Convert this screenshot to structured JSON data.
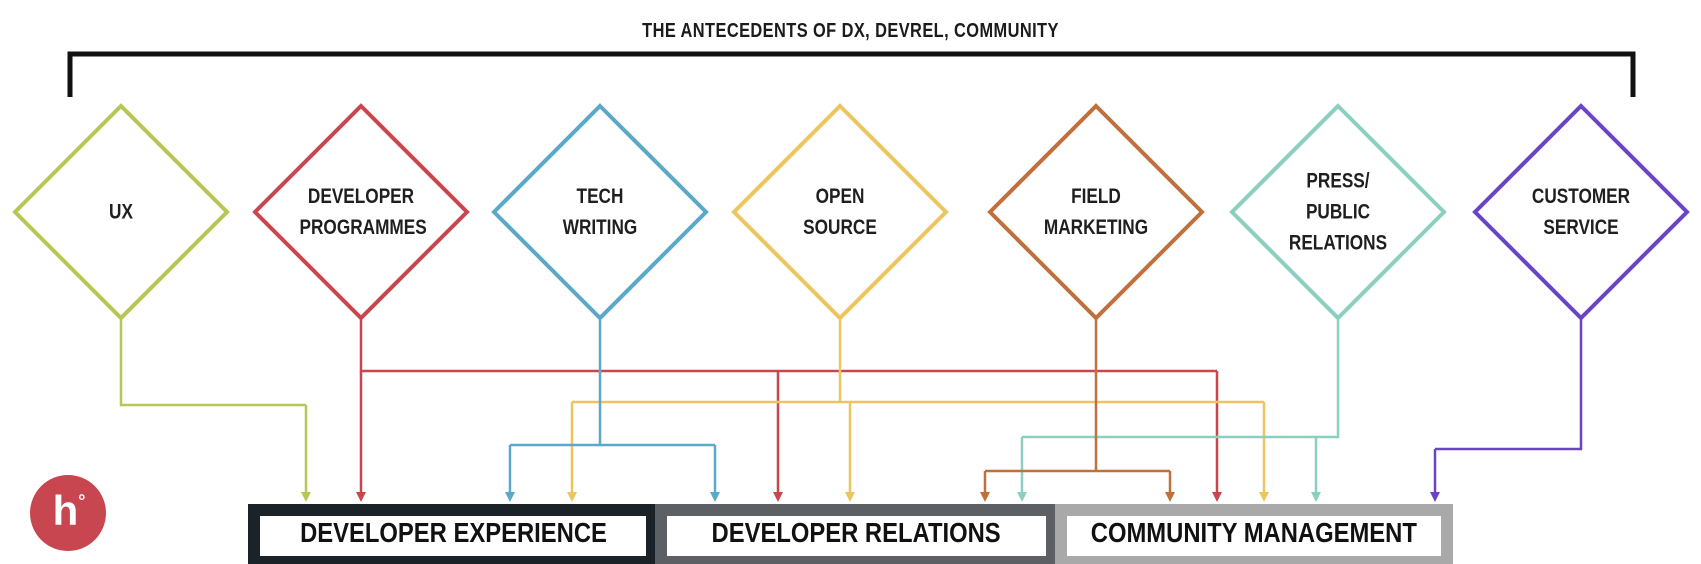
{
  "title": "THE ANTECEDENTS OF DX, DEVREL, COMMUNITY",
  "nodes": [
    {
      "id": "ux",
      "label": "UX",
      "color": "#b8c654"
    },
    {
      "id": "devprog",
      "label": "DEVELOPER\nPROGRAMMES",
      "color": "#c9464f"
    },
    {
      "id": "techwriting",
      "label": "TECH WRITING",
      "color": "#5ba8c9"
    },
    {
      "id": "opensource",
      "label": "OPEN SOURCE",
      "color": "#ecc55e"
    },
    {
      "id": "field",
      "label": "FIELD\nMARKETING",
      "color": "#c0703a"
    },
    {
      "id": "press",
      "label": "PRESS/\nPUBLIC\nRELATIONS",
      "color": "#8bcfc0"
    },
    {
      "id": "cs",
      "label": "CUSTOMER\nSERVICE",
      "color": "#6a44c6"
    }
  ],
  "outcomes": [
    {
      "id": "dx",
      "label": "DEVELOPER EXPERIENCE",
      "border_color": "#1c2328"
    },
    {
      "id": "devrel",
      "label": "DEVELOPER RELATIONS",
      "border_color": "#5c6065"
    },
    {
      "id": "community",
      "label": "COMMUNITY MANAGEMENT",
      "border_color": "#a9a9a9"
    }
  ],
  "connections": [
    {
      "from": "ux",
      "to": [
        "dx"
      ]
    },
    {
      "from": "devprog",
      "to": [
        "dx",
        "devrel",
        "community"
      ]
    },
    {
      "from": "techwriting",
      "to": [
        "dx",
        "devrel"
      ]
    },
    {
      "from": "opensource",
      "to": [
        "dx",
        "devrel",
        "community"
      ]
    },
    {
      "from": "field",
      "to": [
        "community"
      ]
    },
    {
      "from": "press",
      "to": [
        "community"
      ]
    },
    {
      "from": "cs",
      "to": [
        "community"
      ]
    }
  ],
  "logo": {
    "letter": "h",
    "mark": "°",
    "color": "#c8464f"
  }
}
